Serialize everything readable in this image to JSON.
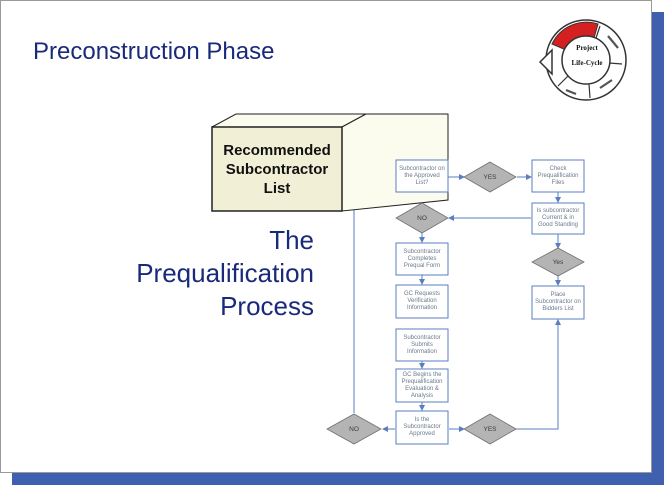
{
  "title": "Preconstruction Phase",
  "subtitle": [
    "The",
    "Prequalification",
    "Process"
  ],
  "callout": "Recommended Subcontractor List",
  "lifecycle": {
    "line1": "Project",
    "line2": "Life-Cycle"
  },
  "nodes": {
    "approved_list": "Subcontractor on the Approved List?",
    "check_files": "Check Prequalification Files",
    "good_standing": "Is subcontractor Current & in Good Standing",
    "completes_form": "Subcontractor Completes Prequal Form",
    "gc_requests": "GC Requests Verification Information",
    "submits_info": "Subcontractor Submits Information",
    "gc_begins": "GC Begins the Prequalification Evaluation & Analysis",
    "is_approved": "Is the Subcontractor Approved",
    "bidders_list": "Place Subcontractor on Bidders List"
  },
  "decisions": {
    "yes_top": "YES",
    "no_top": "NO",
    "yes_right": "Yes",
    "no_bottom": "NO",
    "yes_bottom": "YES"
  },
  "colors": {
    "title": "#1a2a7a",
    "shadow": "#3f5faf",
    "callout_fill": "#f1f0d6",
    "diamond_fill": "#b4b4b4",
    "lifecycle_red": "#d42020",
    "connector": "#5a7fc0"
  }
}
